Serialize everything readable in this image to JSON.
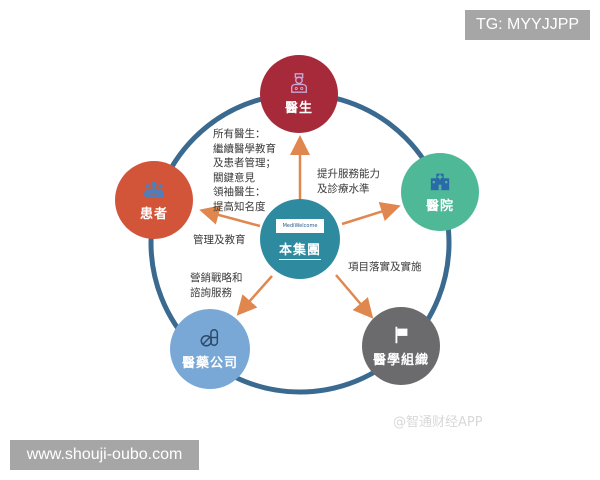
{
  "diagram": {
    "center": {
      "label": "本集團",
      "logo_text": "MediWelcome",
      "color": "#2e8a9e"
    },
    "nodes": [
      {
        "id": "doctor",
        "label": "醫生",
        "icon": "doctor-icon",
        "color": "#a62a3a"
      },
      {
        "id": "hospital",
        "label": "醫院",
        "icon": "hospital-icon",
        "color": "#4fb896"
      },
      {
        "id": "medical-org",
        "label": "醫學組織",
        "icon": "flag-icon",
        "color": "#6b6a6c"
      },
      {
        "id": "pharma",
        "label": "醫藥公司",
        "icon": "pill-icon",
        "color": "#7aa8d6"
      },
      {
        "id": "patient",
        "label": "患者",
        "icon": "people-icon",
        "color": "#d2553a"
      }
    ],
    "annotations": {
      "doctor": "所有醫生：\n繼續醫學教育\n及患者管理；\n關鍵意見\n領袖醫生：\n提高知名度",
      "hospital": "提升服務能力\n及診療水準",
      "medical_org": "項目落實及實施",
      "pharma": "營銷戰略和\n諮詢服務",
      "patient": "管理及教育"
    },
    "ring_color": "#3b6a90",
    "arrow_color": "#e0874f"
  },
  "watermarks": {
    "tag": "TG: MYYJJPP",
    "site": "www.shouji-oubo.com",
    "app": "@智通财经APP"
  }
}
